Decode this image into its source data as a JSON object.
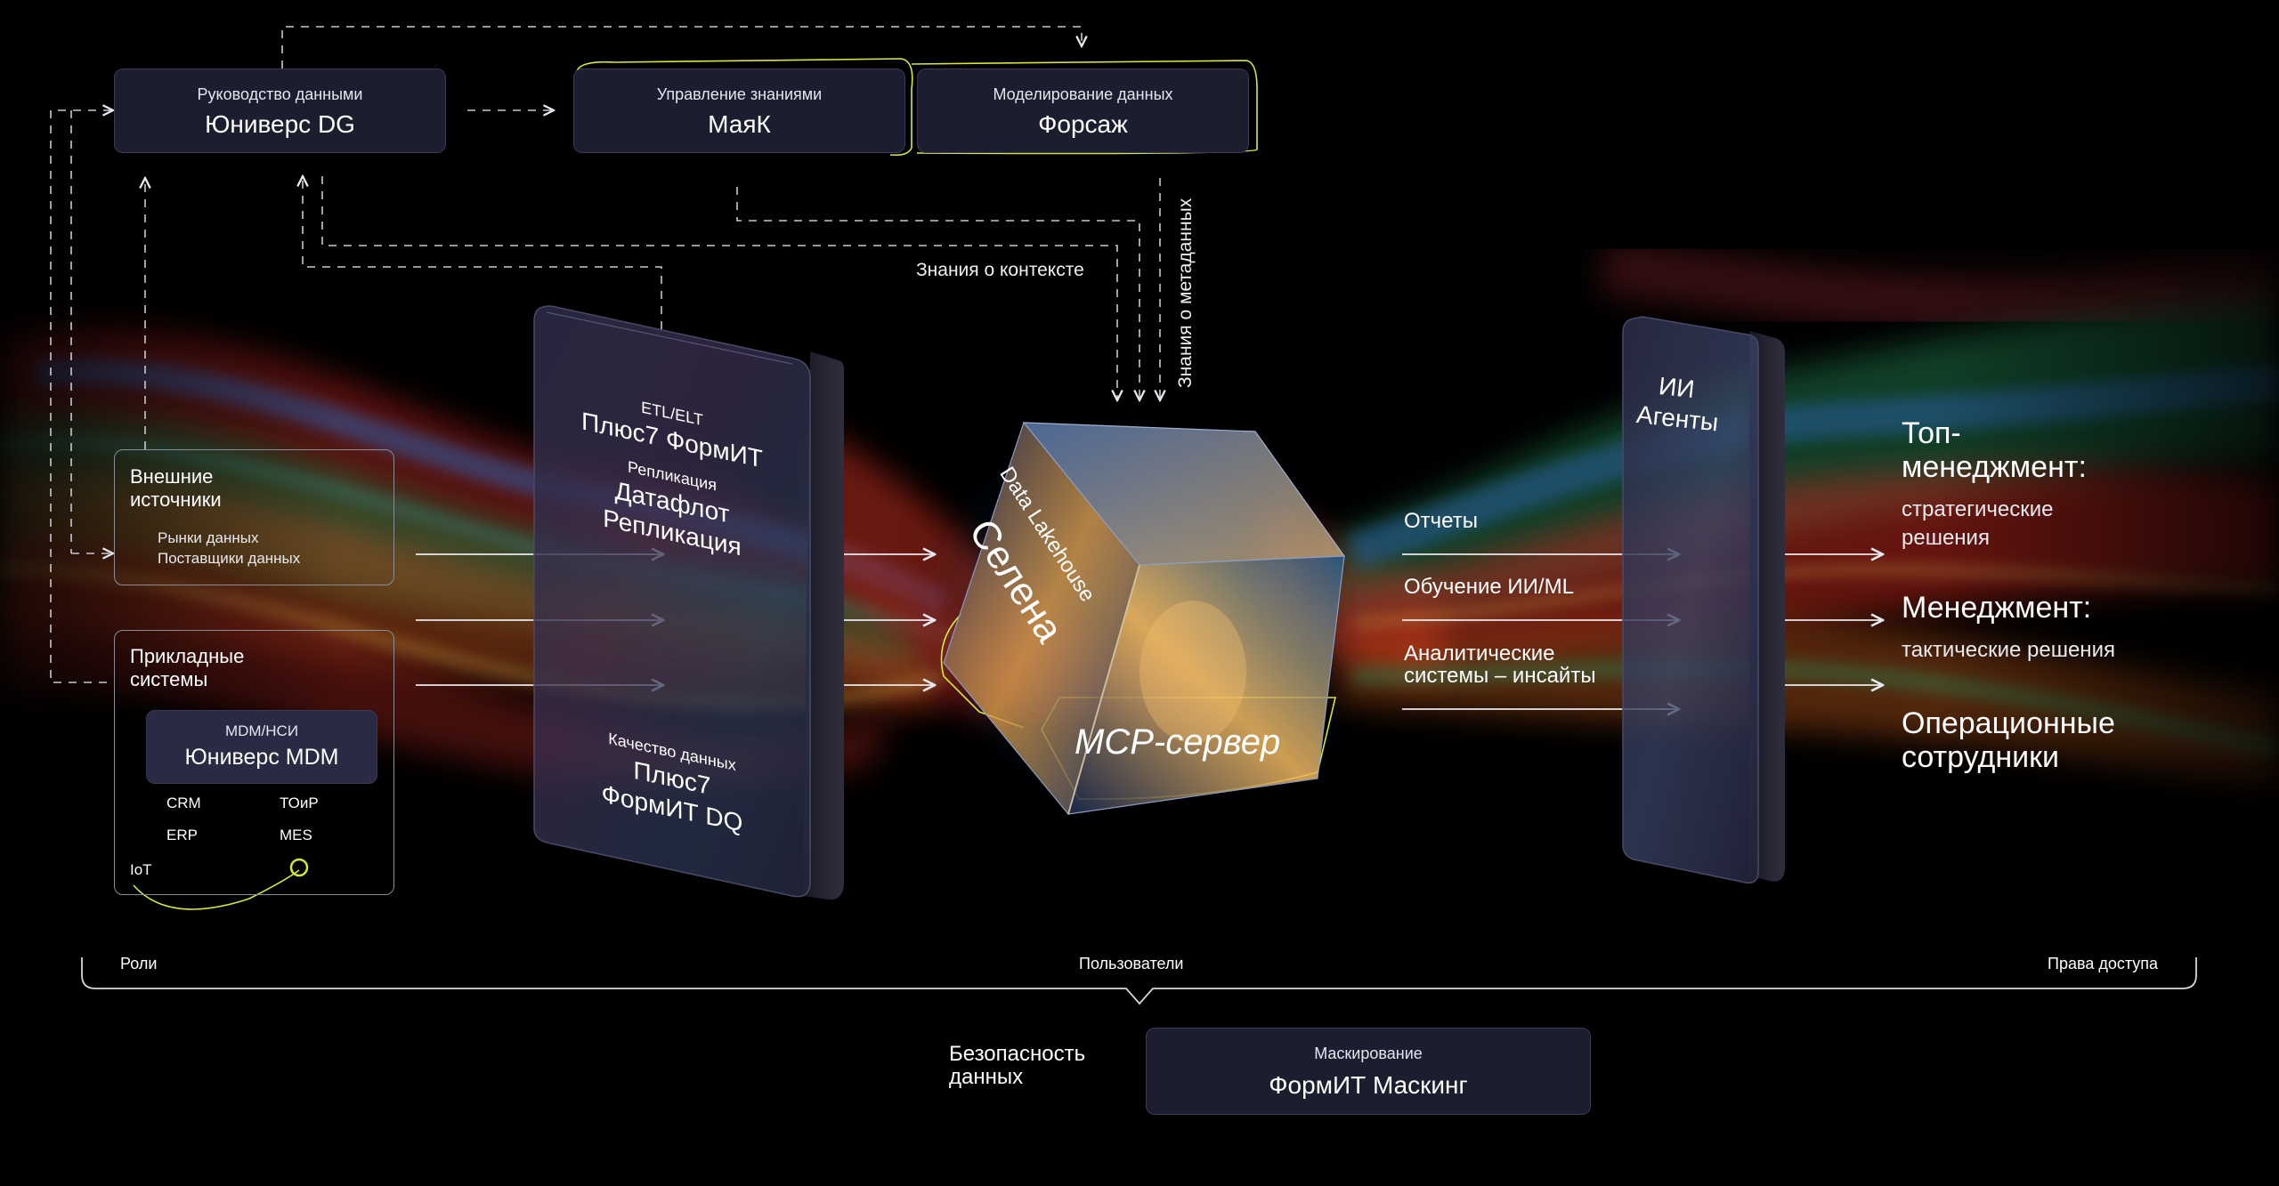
{
  "top": {
    "dg": {
      "small": "Руководство данными",
      "big": "Юниверс DG"
    },
    "mayak": {
      "small": "Управление знаниями",
      "big": "МаяК"
    },
    "forsazh": {
      "small": "Моделирование данных",
      "big": "Форсаж"
    },
    "context_label": "Знания о контексте",
    "metadata_label": "Знания о метаданных"
  },
  "external": {
    "title_l1": "Внешние",
    "title_l2": "источники",
    "item1": "Рынки данных",
    "item2": "Поставщики данных"
  },
  "applied": {
    "title_l1": "Прикладные",
    "title_l2": "системы",
    "mdm_small": "MDM/НСИ",
    "mdm_big": "Юниверс MDM",
    "crm": "CRM",
    "toir": "ТОиР",
    "erp": "ERP",
    "mes": "MES",
    "iot": "IoT"
  },
  "etl_panel": {
    "etl_small": "ETL/ELT",
    "etl_big": "Плюс7 ФормИТ",
    "repl_small": "Репликация",
    "repl_big1": "Датафлот",
    "repl_big2": "Репликация",
    "dq_small": "Качество данных",
    "dq_big1": "Плюс7",
    "dq_big2": "ФормИТ DQ"
  },
  "cube": {
    "label_small": "Data Lakehouse",
    "label_big": "Селена",
    "mcp": "MCP-сервер"
  },
  "outputs": {
    "reports": "Отчеты",
    "ml": "Обучение ИИ/ML",
    "analytics_l1": "Аналитические",
    "analytics_l2": "системы – инсайты"
  },
  "agents": {
    "l1": "ИИ",
    "l2": "Агенты"
  },
  "audience": {
    "top_l1": "Топ-",
    "top_l2": "менеджмент:",
    "top_sub_l1": "стратегические",
    "top_sub_l2": "решения",
    "mgmt": "Менеджмент:",
    "mgmt_sub": "тактические решения",
    "ops_l1": "Операционные",
    "ops_l2": "сотрудники"
  },
  "bottom": {
    "roles": "Роли",
    "users": "Пользователи",
    "access": "Права доступа",
    "security_l1": "Безопасность",
    "security_l2": "данных",
    "masking_small": "Маскирование",
    "masking_big": "ФормИТ Маскинг"
  },
  "colors": {
    "box_bg": "#1d1d30",
    "accent_yellow": "#d8e83a",
    "line": "#c8c8d0"
  }
}
